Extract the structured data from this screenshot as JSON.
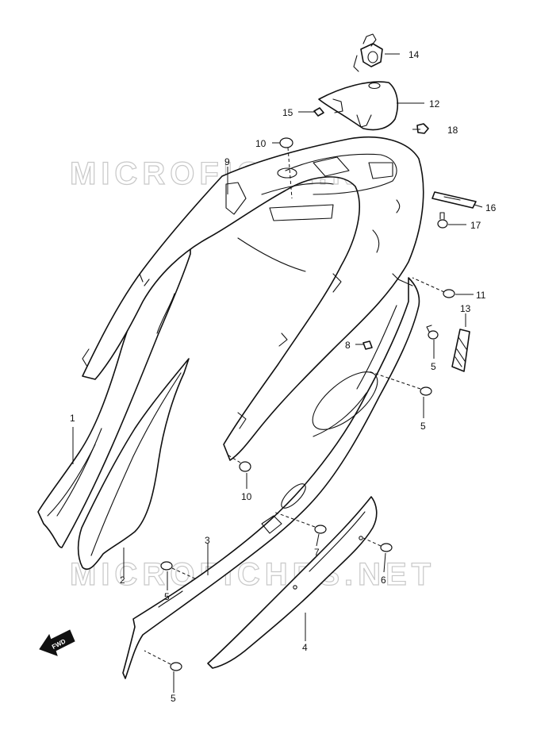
{
  "watermark": {
    "top": "MICROFICHE.NET",
    "bottom": "MICROFICHES.NET"
  },
  "fwd_arrow": {
    "label": "FWD"
  },
  "callouts": {
    "p1": "1",
    "p2": "2",
    "p3": "3",
    "p4": "4",
    "p5a": "5",
    "p5b": "5",
    "p5c": "5",
    "p5d": "5",
    "p6": "6",
    "p7": "7",
    "p8": "8",
    "p9": "9",
    "p10a": "10",
    "p10b": "10",
    "p11": "11",
    "p12": "12",
    "p13": "13",
    "p14": "14",
    "p15": "15",
    "p16": "16",
    "p17": "17",
    "p18": "18"
  }
}
